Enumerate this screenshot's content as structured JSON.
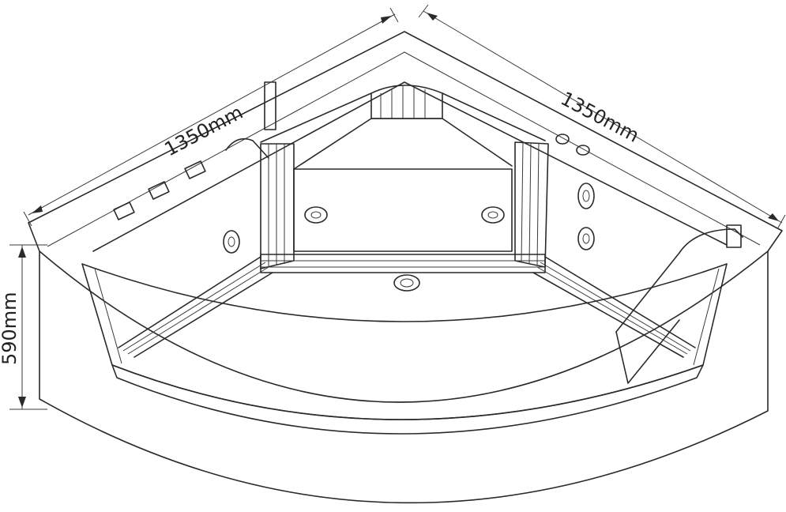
{
  "dimensions": {
    "left_width": "1350mm",
    "right_width": "1350mm",
    "height": "590mm"
  },
  "colors": {
    "glass": "#9c9c9c",
    "glass_light": "#b8b8b8",
    "line": "#2a2a2a",
    "background": "#ffffff"
  },
  "icons": [
    "faucet-icon",
    "jet-nozzle-icon",
    "control-button-icon",
    "drain-icon",
    "handshower-icon"
  ]
}
